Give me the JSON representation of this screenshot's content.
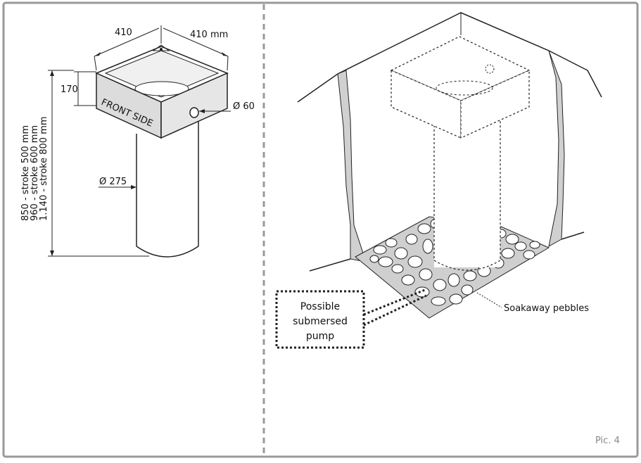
{
  "left_panel": {
    "width_label": "410",
    "depth_label": "410 mm",
    "box_height_label": "170",
    "outlet_label": "Ø 60",
    "tube_diameter_label": "Ø 275",
    "front_label": "FRONT SIDE",
    "height_options": [
      "850 - stroke 500 mm",
      "960 - stroke 600 mm",
      "1.140 - stroke 800 mm"
    ]
  },
  "right_panel": {
    "pebbles_label": "Soakaway pebbles",
    "pump_label_lines": [
      "Possible",
      "submersed",
      "pump"
    ]
  },
  "figure_ref": "Pic. 4"
}
